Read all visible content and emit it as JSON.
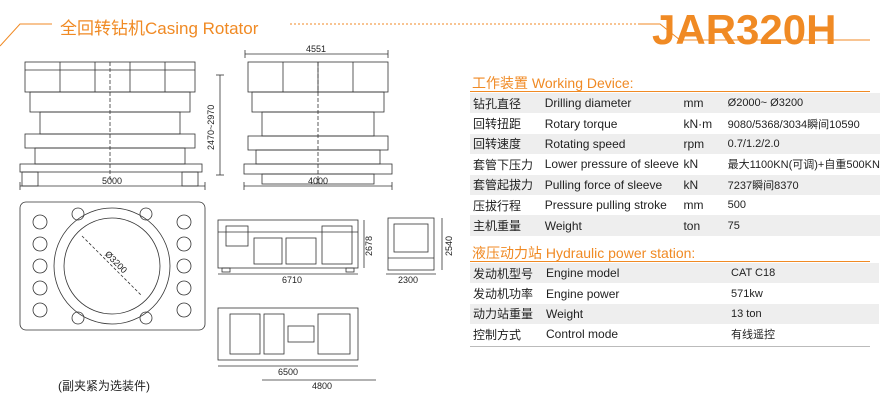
{
  "header": {
    "title": "全回转钻机Casing Rotator",
    "model": "JAR320H"
  },
  "drawings": {
    "dims": {
      "top_width": "4551",
      "side_height": "2470~2970",
      "base_left": "5000",
      "base_right": "4000",
      "diameter": "Ø3200",
      "station_length": "6710",
      "station_height": "2678",
      "station_end_width": "2300",
      "station_end_height": "2540",
      "plan_length": "6500",
      "plan_width": "4800"
    },
    "note": "(副夹紧为选装件)"
  },
  "working_device": {
    "title": "工作装置 Working Device:",
    "rows": [
      {
        "cn": "钻孔直径",
        "en": "Drilling diameter",
        "unit": "mm",
        "value": "Ø2000~ Ø3200"
      },
      {
        "cn": "回转扭距",
        "en": "Rotary torque",
        "unit": "kN·m",
        "value": "9080/5368/3034瞬间10590"
      },
      {
        "cn": "回转速度",
        "en": "Rotating speed",
        "unit": "rpm",
        "value": "0.7/1.2/2.0"
      },
      {
        "cn": "套管下压力",
        "en": "Lower pressure of sleeve",
        "unit": "kN",
        "value": "最大1100KN(可调)+自重500KN"
      },
      {
        "cn": "套管起拔力",
        "en": "Pulling force of sleeve",
        "unit": "kN",
        "value": "7237瞬间8370"
      },
      {
        "cn": "压拔行程",
        "en": "Pressure pulling stroke",
        "unit": "mm",
        "value": "500"
      },
      {
        "cn": "主机重量",
        "en": "Weight",
        "unit": "ton",
        "value": "75"
      }
    ]
  },
  "hydraulic_station": {
    "title": "液压动力站 Hydraulic power station:",
    "rows": [
      {
        "cn": "发动机型号",
        "en": "Engine model",
        "unit": "",
        "value": "CAT C18"
      },
      {
        "cn": "发动机功率",
        "en": "Engine power",
        "unit": "",
        "value": "571kw"
      },
      {
        "cn": "动力站重量",
        "en": "Weight",
        "unit": "",
        "value": "13 ton"
      },
      {
        "cn": "控制方式",
        "en": "Control mode",
        "unit": "",
        "value": "有线遥控"
      }
    ]
  },
  "colors": {
    "accent": "#f08a24",
    "row_alt": "#eeeeee",
    "line": "#333333"
  }
}
